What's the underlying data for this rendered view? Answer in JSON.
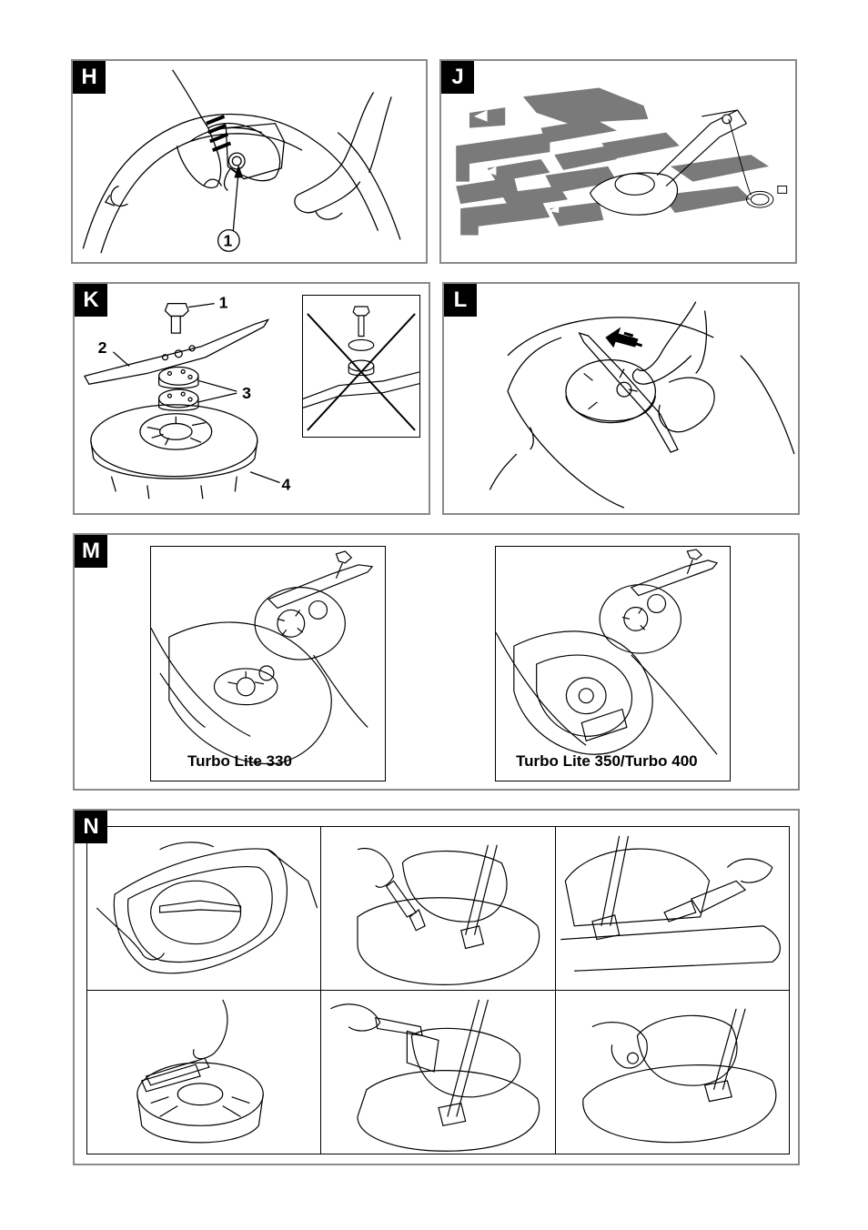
{
  "panels": {
    "H": {
      "label": "H",
      "callouts": [
        "1"
      ]
    },
    "J": {
      "label": "J"
    },
    "K": {
      "label": "K",
      "callouts": [
        "1",
        "2",
        "3",
        "4"
      ]
    },
    "L": {
      "label": "L"
    },
    "M": {
      "label": "M",
      "captions": [
        "Turbo Lite 330",
        "Turbo Lite 350/Turbo 400"
      ]
    },
    "N": {
      "label": "N"
    }
  },
  "icons": [
    "hand-icon",
    "mower-icon",
    "blade-icon",
    "bolt-icon",
    "spacer-icon",
    "fan-icon",
    "brush-icon",
    "arrow-icon",
    "cross-out-icon",
    "cable-icon"
  ],
  "colors": {
    "border": "#8a8a8a",
    "tag": "#000000",
    "stripe": "#7a7a7a"
  }
}
